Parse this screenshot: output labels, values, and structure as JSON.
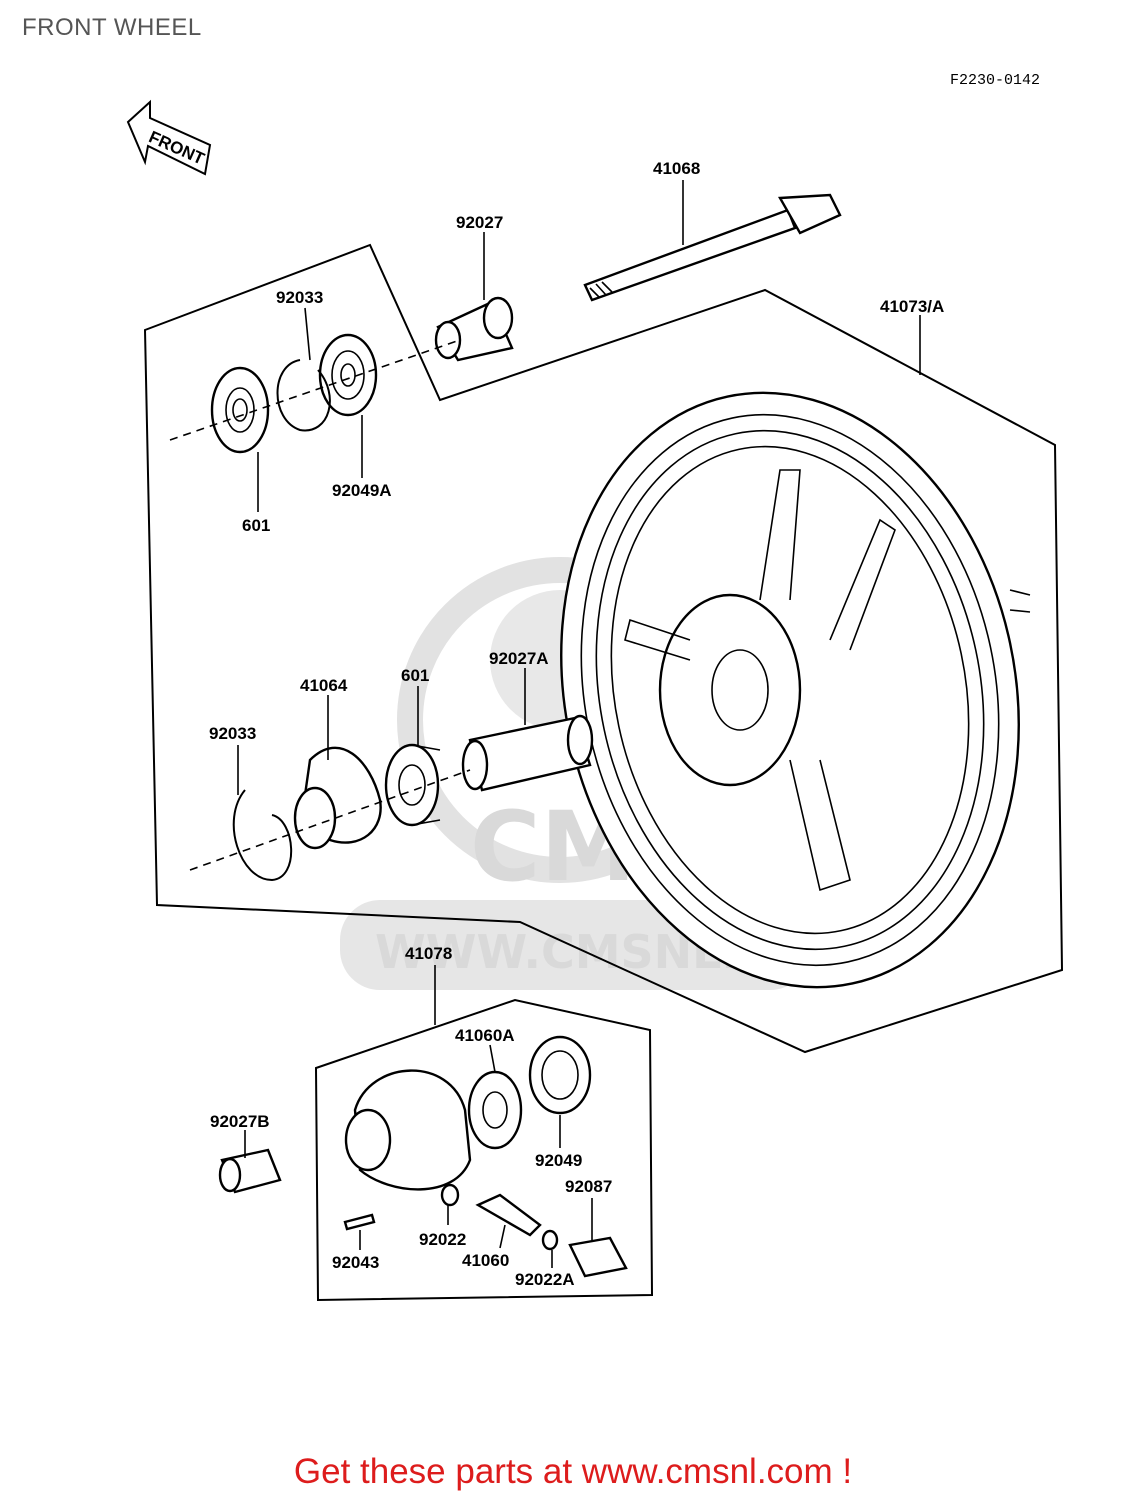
{
  "header": {
    "title": "FRONT WHEEL",
    "diagram_code": "F2230-0142"
  },
  "front_arrow": {
    "label": "FRONT"
  },
  "watermark": {
    "brand": "CMSNL",
    "url": "WWW.CMSNL.COM"
  },
  "parts": {
    "axle": "41068",
    "collar_right": "92027",
    "circlip_top": "92033",
    "oil_seal_top": "92049A",
    "bearing_top": "601",
    "wheel": "41073/A",
    "spacer": "92027A",
    "bearing_mid": "601",
    "hub_plate": "41064",
    "circlip_bottom": "92033",
    "gear_housing": "41078",
    "drive_gear": "41060A",
    "oil_seal_bottom": "92049",
    "collar_left": "92027B",
    "pin": "92043",
    "washer": "92022",
    "pinion": "41060",
    "washer_a": "92022A",
    "bushing": "92087"
  },
  "footer": {
    "text": "Get these parts at www.cmsnl.com !"
  },
  "colors": {
    "footer": "#dd1c1c",
    "watermark": "#d9d9d9",
    "line": "#000000"
  }
}
